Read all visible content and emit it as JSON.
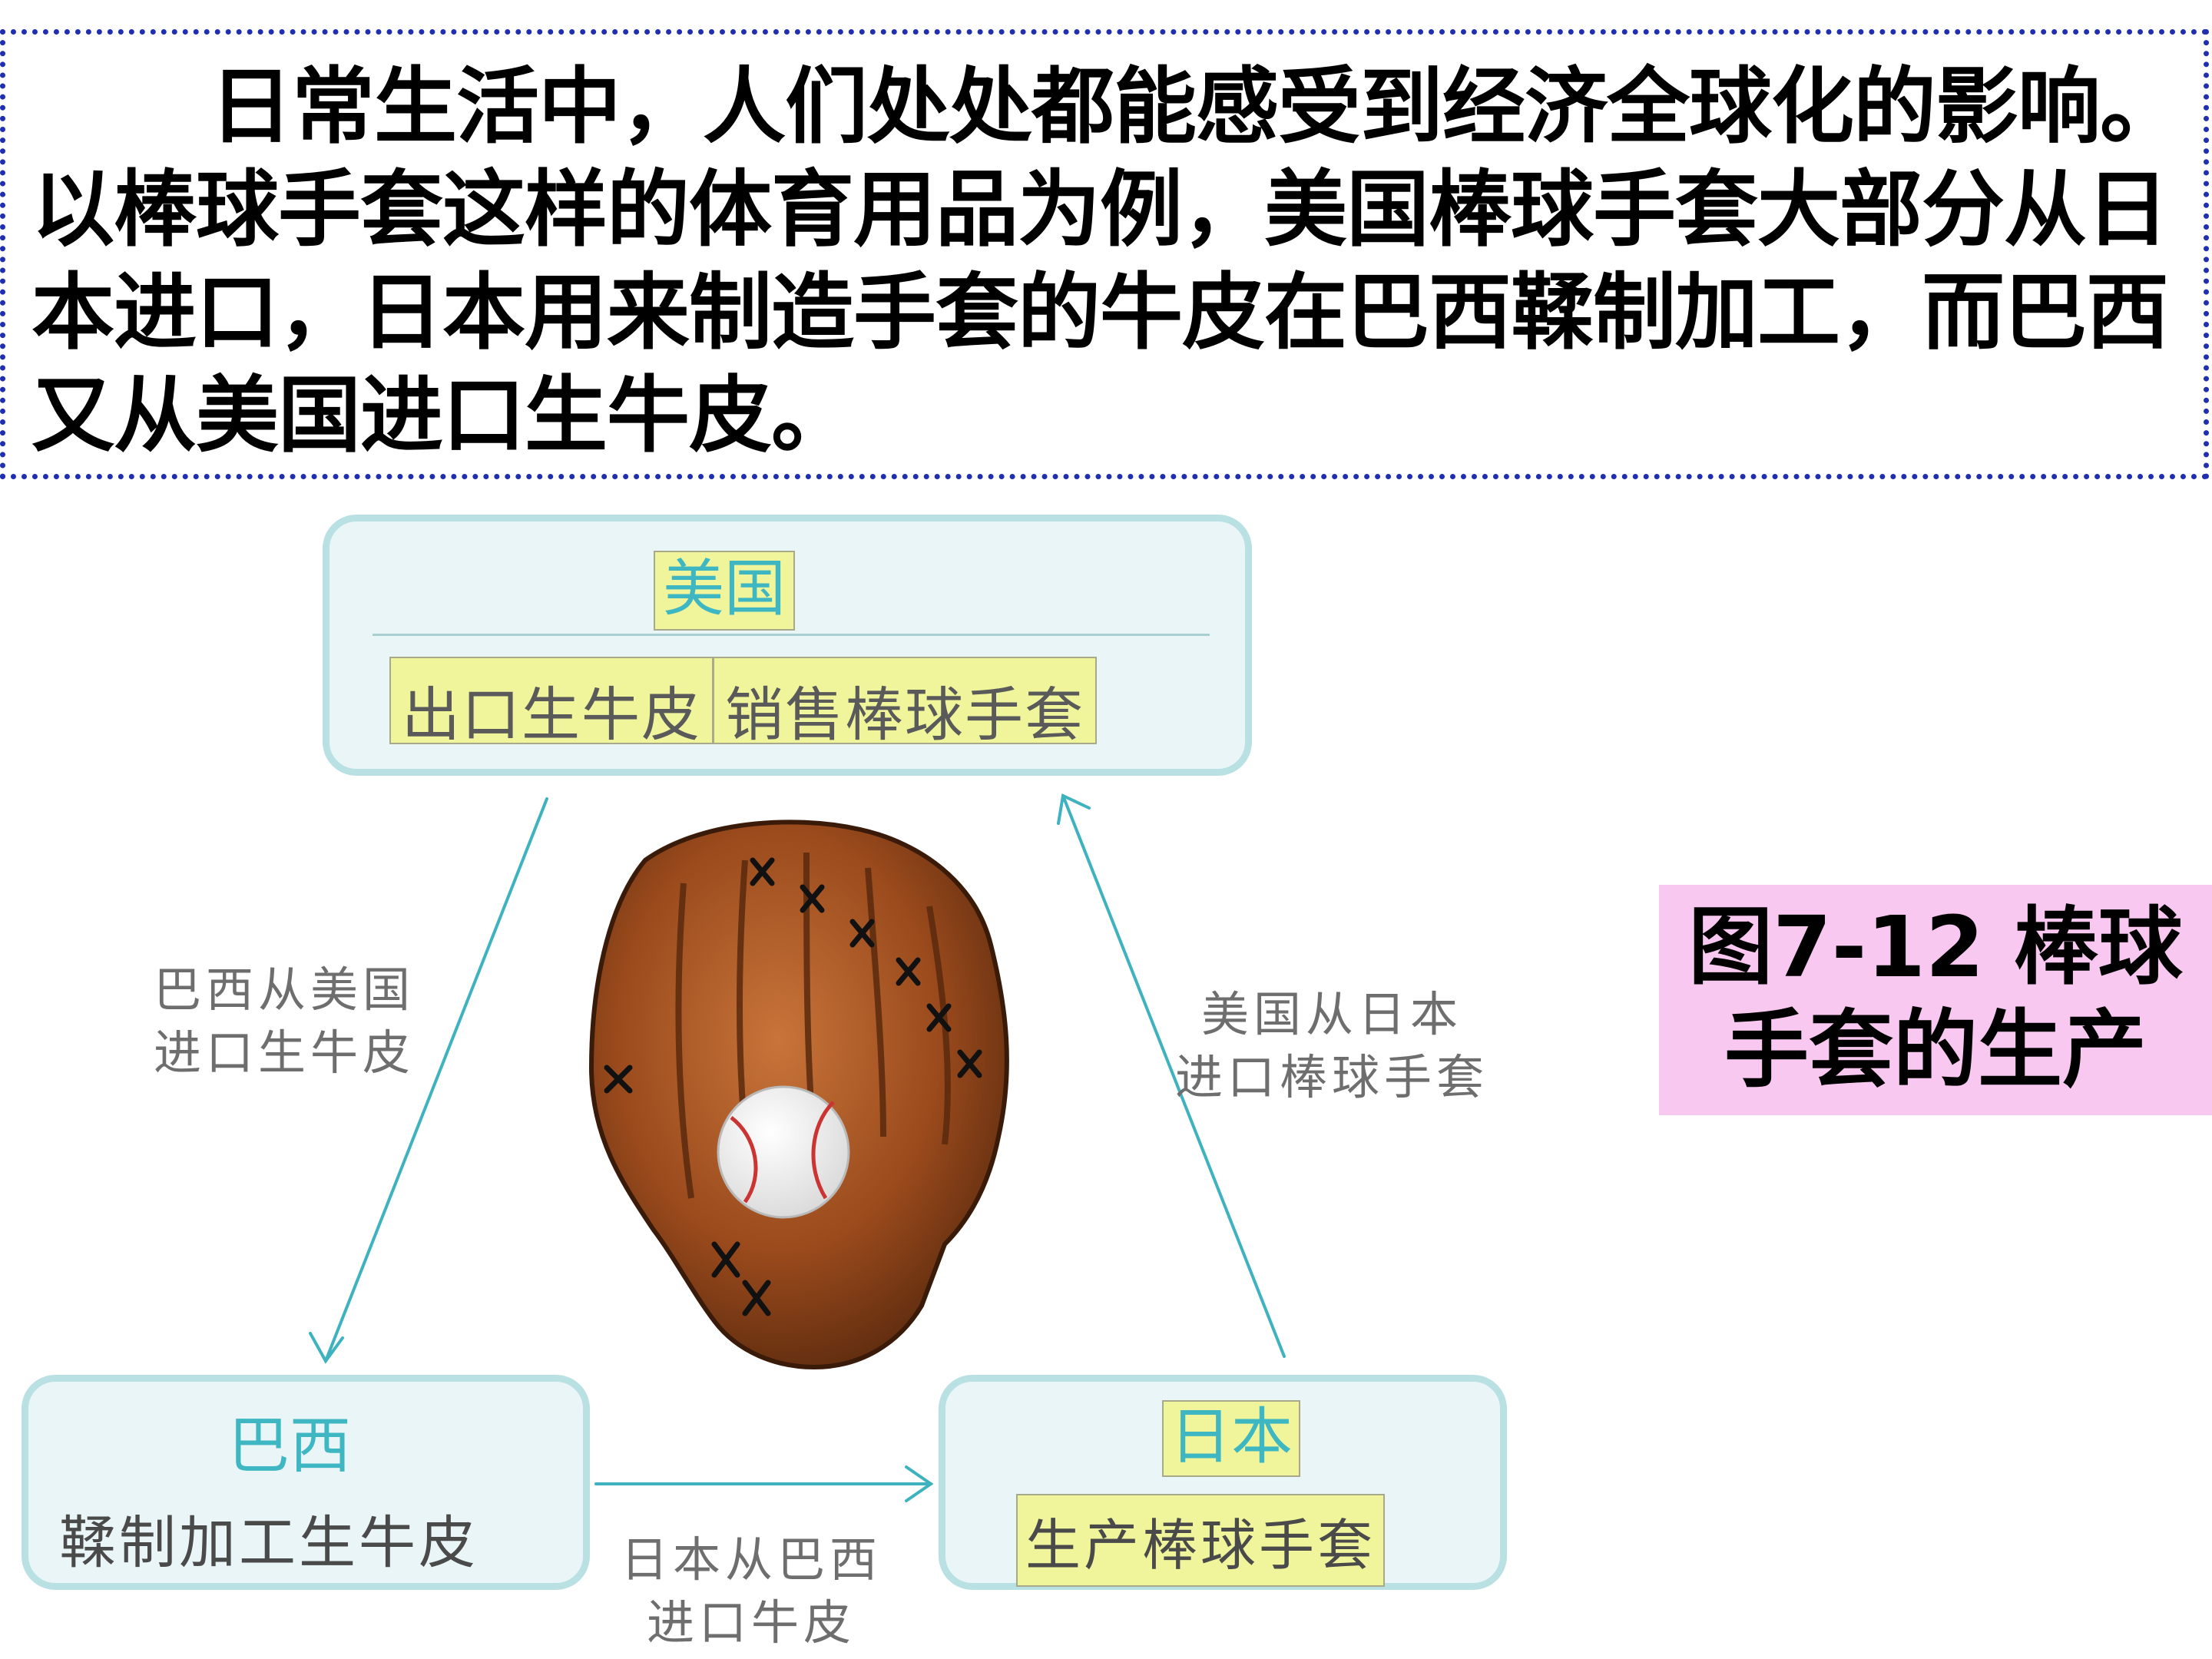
{
  "intro": {
    "line1": "日常生活中，人们处处都能感受到经济全球化的影响。",
    "rest": "以棒球手套这样的体育用品为例，美国棒球手套大部分从日本进口，日本用来制造手套的牛皮在巴西鞣制加工，而巴西又从美国进口生牛皮。"
  },
  "diagram": {
    "usa": {
      "title": "美国",
      "export": "出口生牛皮",
      "sell": "销售棒球手套"
    },
    "brazil": {
      "title": "巴西",
      "activity": "鞣制加工生牛皮"
    },
    "japan": {
      "title": "日本",
      "activity": "生产棒球手套"
    },
    "edges": {
      "brazil_from_usa": [
        "巴西从美国",
        "进口生牛皮"
      ],
      "usa_from_japan": [
        "美国从日本",
        "进口棒球手套"
      ],
      "japan_from_brazil": [
        "日本从巴西",
        "进口牛皮"
      ]
    },
    "colors": {
      "node_border": "#b9e0e3",
      "node_fill": "#e9f5f6",
      "arrow": "#3fb2c0",
      "country": "#3fb7c3",
      "highlight": "#f0f59c"
    }
  },
  "caption": {
    "line1": "图7-12 棒球",
    "line2": "手套的生产",
    "bg": "#f8c8f0"
  },
  "image": {
    "subject": "baseball-glove-with-ball"
  }
}
